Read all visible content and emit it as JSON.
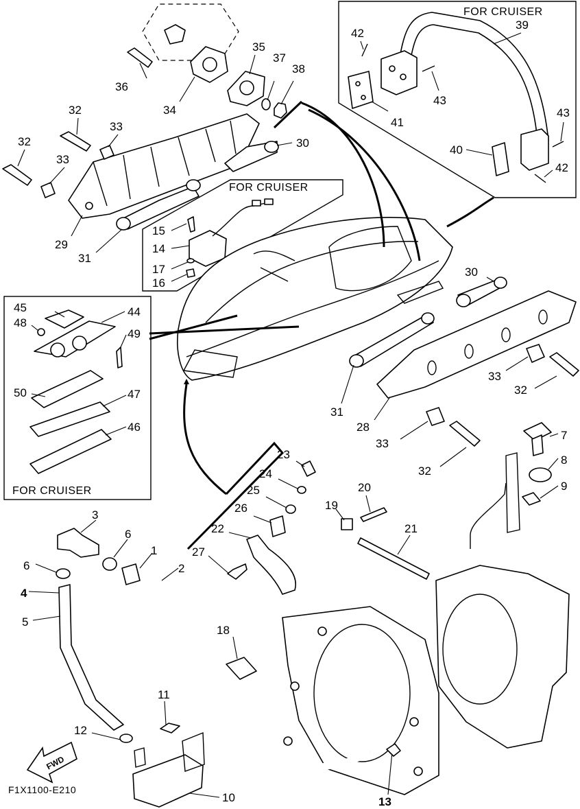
{
  "diagram": {
    "code": "F1X1100-E210",
    "insets": {
      "top_right": "FOR CRUISER",
      "middle": "FOR CRUISER",
      "left": "FOR CRUISER"
    },
    "fwd_label": "FWD",
    "callouts": {
      "c1": "1",
      "c2": "2",
      "c3": "3",
      "c4": "4",
      "c5": "5",
      "c6a": "6",
      "c6b": "6",
      "c7": "7",
      "c8": "8",
      "c9": "9",
      "c10": "10",
      "c11": "11",
      "c12": "12",
      "c13": "13",
      "c14": "14",
      "c15": "15",
      "c16": "16",
      "c17": "17",
      "c18": "18",
      "c19": "19",
      "c20": "20",
      "c21": "21",
      "c22": "22",
      "c23": "23",
      "c24": "24",
      "c25": "25",
      "c26": "26",
      "c27": "27",
      "c28": "28",
      "c29": "29",
      "c30a": "30",
      "c30b": "30",
      "c31a": "31",
      "c31b": "31",
      "c32a": "32",
      "c32b": "32",
      "c32c": "32",
      "c32d": "32",
      "c33a": "33",
      "c33b": "33",
      "c33c": "33",
      "c33d": "33",
      "c34": "34",
      "c35": "35",
      "c36": "36",
      "c37": "37",
      "c38": "38",
      "c39": "39",
      "c40": "40",
      "c41": "41",
      "c42a": "42",
      "c42b": "42",
      "c43a": "43",
      "c43b": "43",
      "c44": "44",
      "c45": "45",
      "c46": "46",
      "c47": "47",
      "c48": "48",
      "c49": "49",
      "c50": "50"
    }
  }
}
